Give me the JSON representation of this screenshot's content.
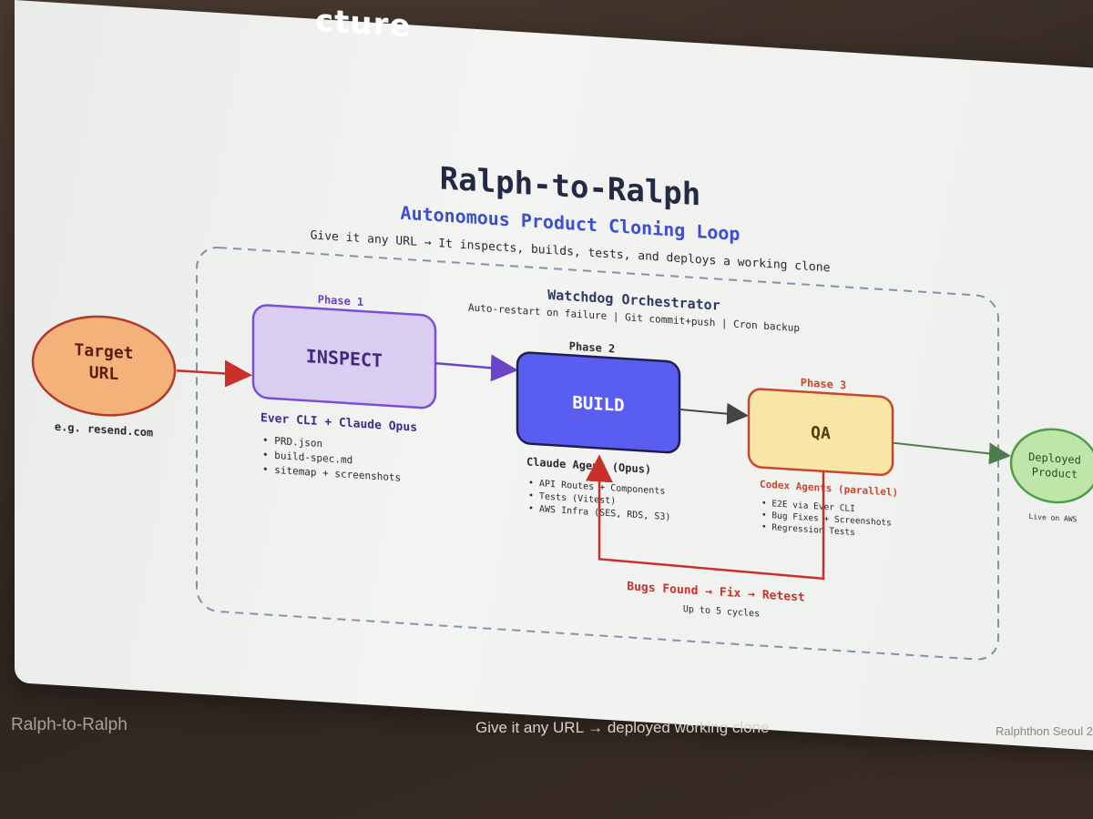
{
  "header_fragment": "cture",
  "title": "Ralph-to-Ralph",
  "subtitle": "Autonomous Product Cloning Loop",
  "tagline": "Give it any URL → It inspects, builds, tests, and deploys a working clone",
  "orchestrator": {
    "title": "Watchdog Orchestrator",
    "subtitle": "Auto-restart on failure | Git commit+push | Cron backup"
  },
  "target": {
    "line1": "Target",
    "line2": "URL",
    "example": "e.g. resend.com"
  },
  "phase1": {
    "label": "Phase 1",
    "name": "INSPECT",
    "tool": "Ever CLI + Claude Opus",
    "items": [
      "• PRD.json",
      "• build-spec.md",
      "• sitemap + screenshots"
    ]
  },
  "phase2": {
    "label": "Phase 2",
    "name": "BUILD",
    "tool": "Claude Agent (Opus)",
    "items": [
      "• API Routes + Components",
      "• Tests (Vitest)",
      "• AWS Infra (SES, RDS, S3)"
    ]
  },
  "phase3": {
    "label": "Phase 3",
    "name": "QA",
    "tool": "Codex Agents (parallel)",
    "items": [
      "• E2E via Ever CLI",
      "• Bug Fixes + Screenshots",
      "• Regression Tests"
    ]
  },
  "deployed": {
    "line1": "Deployed",
    "line2": "Product",
    "note": "Live on AWS"
  },
  "loop": {
    "label": "Bugs Found → Fix → Retest",
    "note": "Up to 5 cycles"
  },
  "footer": {
    "left": "Ralph-to-Ralph",
    "center": "Give it any URL → deployed working clone",
    "right": "Ralphthon Seoul 2"
  },
  "colors": {
    "inspect_fill": "#d9cdf2",
    "inspect_stroke": "#7a4fd6",
    "build_fill": "#5a5ef0",
    "build_stroke": "#1f1f4f",
    "qa_fill": "#f8e6a6",
    "qa_stroke": "#c9472e",
    "target_fill": "#f2b27a",
    "target_stroke": "#b23a2c",
    "deployed_fill": "#bfe6a8",
    "deployed_stroke": "#4c9c4a",
    "loop": "#c9302c",
    "title": "#222a44",
    "subtitle": "#3a4fd1"
  }
}
